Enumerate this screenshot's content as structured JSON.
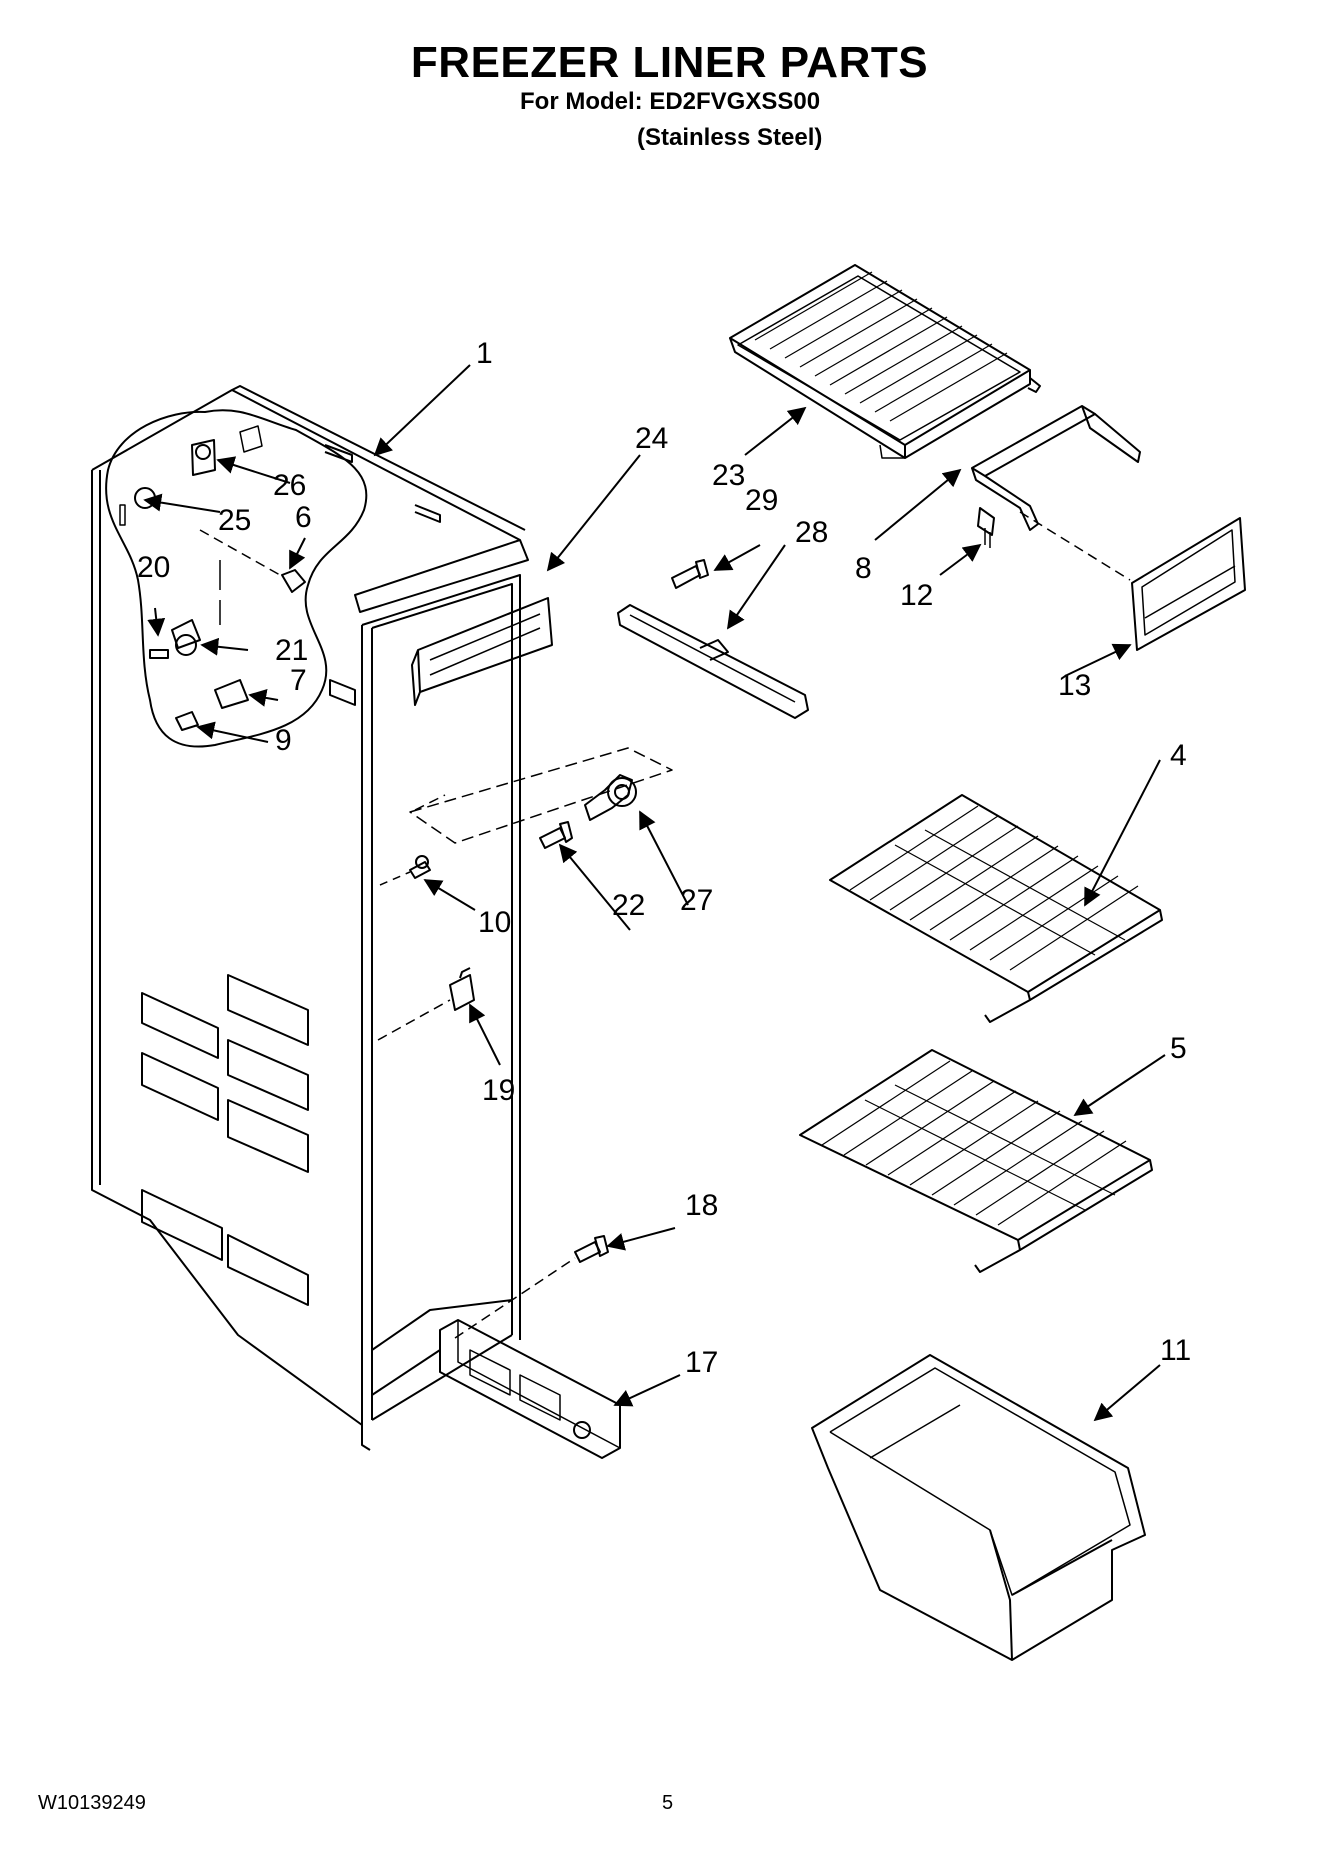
{
  "header": {
    "title": "FREEZER LINER PARTS",
    "model_line": "For Model: ED2FVGXSS00",
    "finish_line": "(Stainless Steel)"
  },
  "footer": {
    "doc_number": "W10139249",
    "page_number": "5"
  },
  "callouts": {
    "p1": "1",
    "p4": "4",
    "p5": "5",
    "p6": "6",
    "p7": "7",
    "p8": "8",
    "p9": "9",
    "p10": "10",
    "p11": "11",
    "p12": "12",
    "p13": "13",
    "p17": "17",
    "p18": "18",
    "p19": "19",
    "p20": "20",
    "p21": "21",
    "p22": "22",
    "p23": "23",
    "p24": "24",
    "p25": "25",
    "p26": "26",
    "p27": "27",
    "p28": "28",
    "p29": "29"
  }
}
